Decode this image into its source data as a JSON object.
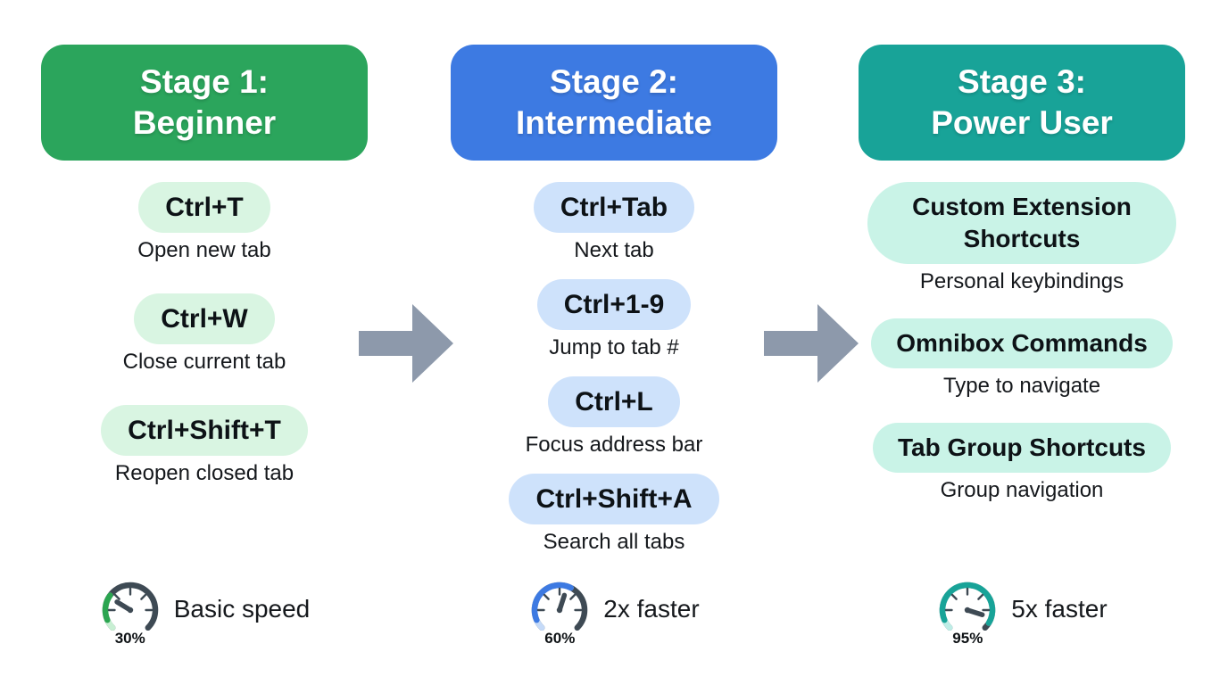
{
  "ui": {
    "background": "#FFFFFF",
    "ring_color": "#3E4A54",
    "text_color": "#15181C"
  },
  "arrow": {
    "color": "#8D99AB"
  },
  "stages": [
    {
      "title_line1": "Stage 1:",
      "title_line2": "Beginner",
      "header_color": "#2BA55C",
      "pill_bg": "#D9F5E2",
      "items": [
        {
          "shortcut": "Ctrl+T",
          "description": "Open new tab"
        },
        {
          "shortcut": "Ctrl+W",
          "description": "Close current tab"
        },
        {
          "shortcut": "Ctrl+Shift+T",
          "description": "Reopen closed tab"
        }
      ],
      "gauge": {
        "percent": 30,
        "label": "30%",
        "speed": "Basic speed",
        "color": "#2BA550",
        "color_light": "#C8EFD3"
      }
    },
    {
      "title_line1": "Stage 2:",
      "title_line2": "Intermediate",
      "header_color": "#3D7AE2",
      "pill_bg": "#CEE2FB",
      "items": [
        {
          "shortcut": "Ctrl+Tab",
          "description": "Next tab"
        },
        {
          "shortcut": "Ctrl+1-9",
          "description": "Jump to tab #"
        },
        {
          "shortcut": "Ctrl+L",
          "description": "Focus address bar"
        },
        {
          "shortcut": "Ctrl+Shift+A",
          "description": "Search all tabs"
        }
      ],
      "gauge": {
        "percent": 60,
        "label": "60%",
        "speed": "2x faster",
        "color": "#3D7AE2",
        "color_light": "#C5DAF8"
      }
    },
    {
      "title_line1": "Stage 3:",
      "title_line2": "Power User",
      "header_color": "#18A398",
      "pill_bg": "#C9F3E7",
      "items": [
        {
          "shortcut": "Custom Extension Shortcuts",
          "description": "Personal keybindings"
        },
        {
          "shortcut": "Omnibox Commands",
          "description": "Type to navigate"
        },
        {
          "shortcut": "Tab Group Shortcuts",
          "description": "Group navigation"
        }
      ],
      "gauge": {
        "percent": 95,
        "label": "95%",
        "speed": "5x faster",
        "color": "#18A398",
        "color_light": "#BEEDE6"
      }
    }
  ]
}
